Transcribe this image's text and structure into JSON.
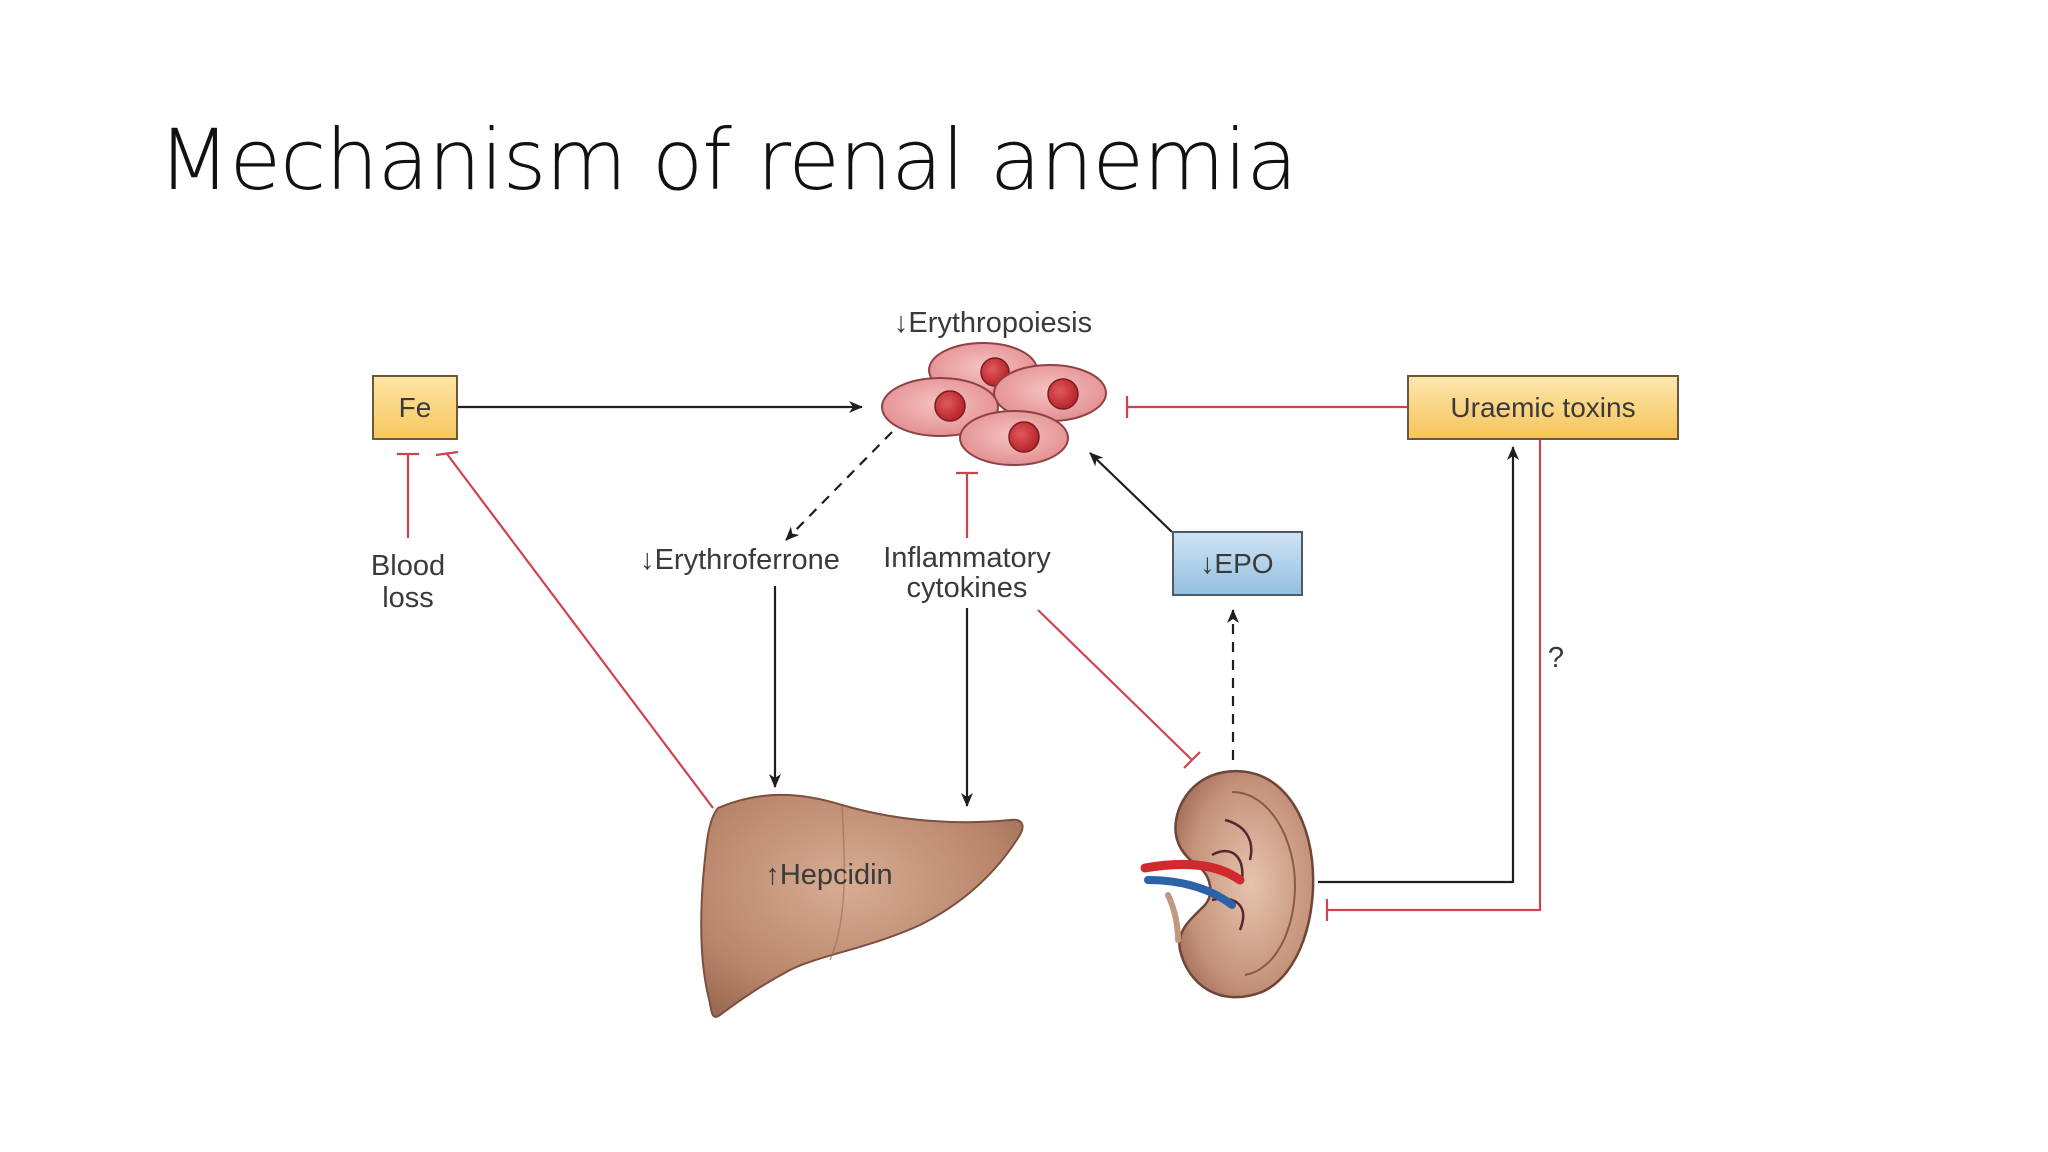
{
  "slide": {
    "title": "Mechanism of renal anemia"
  },
  "diagram": {
    "nodes": {
      "fe": {
        "label": "Fe",
        "fill": "#fcd77f"
      },
      "uraemic_toxins": {
        "label": "Uraemic toxins",
        "fill": "#fcd77f"
      },
      "epo": {
        "label": "EPO",
        "prefix": "↓",
        "fill": "#a9cde8"
      },
      "erythropoiesis": {
        "label": "Erythropoiesis",
        "prefix": "↓"
      },
      "erythroferrone": {
        "label": "Erythroferrone",
        "prefix": "↓"
      },
      "inflammatory_cytokines": {
        "line1": "Inflammatory",
        "line2": "cytokines"
      },
      "blood_loss": {
        "line1": "Blood",
        "line2": "loss"
      },
      "hepcidin": {
        "label": "Hepcidin",
        "prefix": "↑"
      },
      "question": {
        "label": "?"
      }
    },
    "colors": {
      "activation": "#1e1e1e",
      "inhibition": "#cf4350",
      "cell": "#e99a9b",
      "nucleus": "#c8353b",
      "liver": "#b98569",
      "kidney": "#c18e75"
    }
  }
}
